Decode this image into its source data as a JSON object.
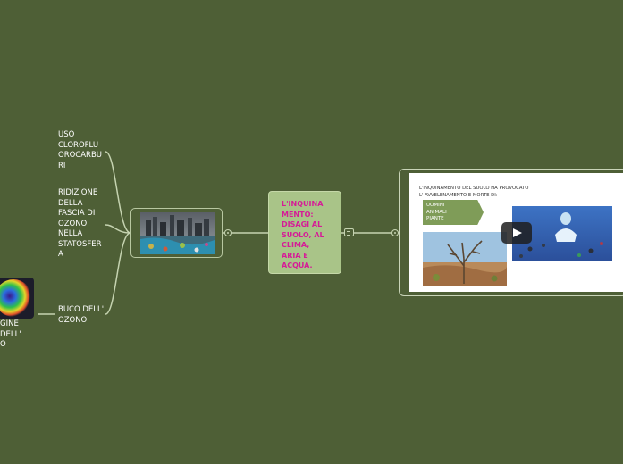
{
  "central_topic": {
    "label": "L'INQUINA\nMENTO:\nDISAGI AL\nSUOLO, AL\nCLIMA,\nARIA E\nACQUA."
  },
  "branches": [
    {
      "label": "USO\nCLOROFLU\nOROCARBU\nRI"
    },
    {
      "label": "RIDIZIONE\nDELLA\nFASCIA DI\nOZONO\nNELLA\nSTATOSFER\nA"
    },
    {
      "label": "BUCO DELL'\nOZONO"
    }
  ],
  "partial_node": {
    "label": "GINE\nDELL'\nO"
  },
  "image_card": {
    "icon": "polluted-city-image"
  },
  "slide": {
    "title": "L'INQUINAMENTO DEL SUOLO HA PROVOCATO\n   L' AVVELENAMENTO E MORTE DI:",
    "list": "UOMINI\nANIMALI\nPIANTE",
    "play_icon": "play-icon"
  },
  "colors": {
    "background": "#4e5f36",
    "central_fill": "#a9c488",
    "central_text": "#d61b97",
    "connector": "#c5d3b0"
  }
}
